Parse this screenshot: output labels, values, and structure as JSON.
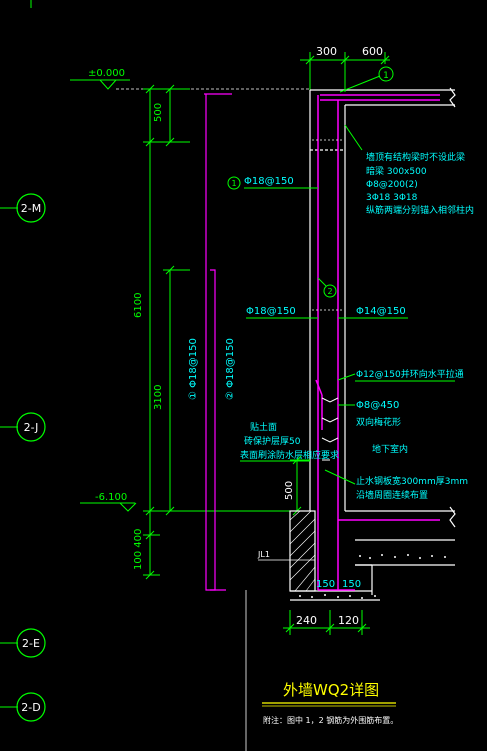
{
  "drawing": {
    "title": "外墙WQ2详图",
    "note": "附注：图中 1，2 钢筋为外围筋布置。"
  },
  "axes": [
    {
      "label": "2-M"
    },
    {
      "label": "2-J"
    },
    {
      "label": "2-E"
    },
    {
      "label": "2-D"
    }
  ],
  "elevations": {
    "top": "±0.000",
    "bottom": "-6.100"
  },
  "dimensions": {
    "top_left": "300",
    "top_right": "600",
    "v_500_top": "500",
    "v_6100": "6100",
    "v_3100": "3100",
    "v_500_bottom": "500",
    "v_100_400": "100  400",
    "bottom_240": "240",
    "bottom_120": "120",
    "slab_150_left": "150",
    "slab_150_right": "150"
  },
  "rebar_labels": {
    "marker_1": "1",
    "marker_2": "2",
    "left_top": "Φ18@150",
    "left_mid": "Φ18@150",
    "right_mid": "Φ14@150",
    "vertical_1": "① Φ18@150",
    "vertical_2": "② Φ18@150",
    "tie": "Φ12@150并环向水平拉通",
    "stirrup": "Φ8@450",
    "stirrup_note": "双向梅花形"
  },
  "notes": {
    "beam_note": [
      "墙顶有结构梁时不设此梁",
      "暗梁 300x500",
      "Φ8@200(2)",
      "3Φ18 3Φ18",
      "纵筋两端分别锚入相邻柱内"
    ],
    "fill_note": [
      "贴土面",
      "砖保护层厚50",
      "表面刷涂防水层相应要求"
    ],
    "inside": "地下室内",
    "waterstop": [
      "止水钢板宽300mm厚3mm",
      "沿墙周圈连续布置"
    ],
    "beam_tag": "JL1"
  }
}
